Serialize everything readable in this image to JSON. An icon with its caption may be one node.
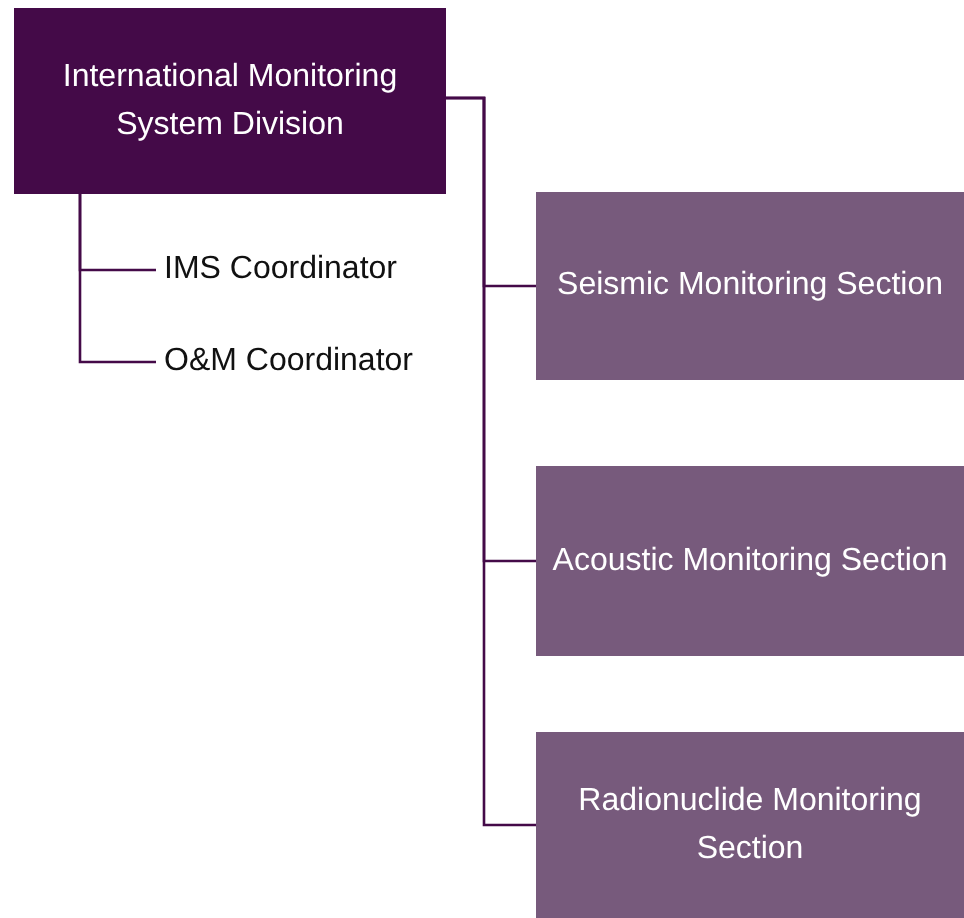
{
  "diagram": {
    "nodes": [
      {
        "text": [
          "International Monitoring System Division"
        ]
      },
      {
        "text": [
          "IMS Coordinator"
        ]
      },
      {
        "text": [
          "O&M Coordinator"
        ]
      },
      {
        "text": [
          "Seismic Monitoring Section"
        ]
      },
      {
        "text": [
          "Acoustic Monitoring Section"
        ]
      },
      {
        "text": [
          "Radionuclide Monitoring Section"
        ]
      }
    ],
    "edges": [
      {
        "from": 0,
        "to": 1,
        "arrow": "none"
      },
      {
        "from": 0,
        "to": 2,
        "arrow": "none"
      },
      {
        "from": 0,
        "to": 3,
        "arrow": "none"
      },
      {
        "from": 0,
        "to": 4,
        "arrow": "none"
      },
      {
        "from": 0,
        "to": 5,
        "arrow": "none"
      }
    ]
  }
}
